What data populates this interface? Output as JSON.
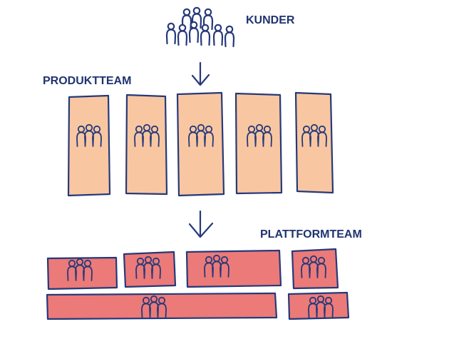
{
  "labels": {
    "customers": "KUNDER",
    "product_teams": "PRODUKTTEAM",
    "platform_teams": "PLATTFORMTEAM"
  },
  "colors": {
    "ink": "#25397a",
    "label_text": "#1f3370",
    "product_team_fill": "#f8c7a1",
    "platform_team_fill": "#ec7a78"
  },
  "icons": {
    "customer_group": "people-crowd-icon",
    "team_members": "three-people-icon",
    "flow": "arrow-down-icon"
  },
  "product_teams_count": 5,
  "platform_teams_count": 6
}
